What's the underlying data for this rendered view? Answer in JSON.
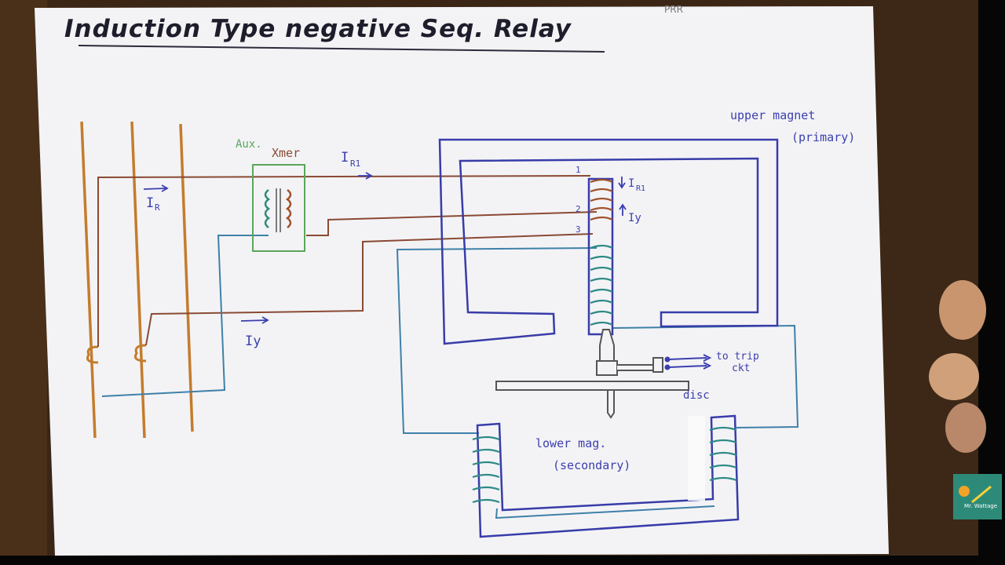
{
  "title": "Induction Type negative Seq. Relay",
  "corner_mark": "PRR",
  "labels": {
    "upper_magnet_1": "upper magnet",
    "upper_magnet_2": "(primary)",
    "aux_xmer_1": "Aux.",
    "aux_xmer_2": "Xmer",
    "current_ir1": "I",
    "current_ir1_sub": "R1",
    "current_ir": "I",
    "current_ir_sub": "R",
    "current_iy": "Iy",
    "coil_ir1": "I",
    "coil_ir1_sub": "R1",
    "coil_iy": "Iy",
    "tap_1": "1",
    "tap_2": "2",
    "tap_3": "3",
    "to_trip_1": "to trip",
    "to_trip_2": "ckt",
    "disc": "disc",
    "lower_mag_1": "lower mag.",
    "lower_mag_2": "(secondary)"
  },
  "watermark": {
    "text": "Mr. Wattage"
  },
  "colors": {
    "paper": "#f4f4f6",
    "wood": "#3a2616",
    "line_conductor": "#c27a2c",
    "brown_wire": "#8a4a32",
    "blue_wire": "#3e7fa6",
    "core": "#3b3fae",
    "green_box": "#58a45a",
    "coil": "#a0522d",
    "coil_green": "#2f8a7a",
    "title_ink": "#1a1a2a"
  }
}
